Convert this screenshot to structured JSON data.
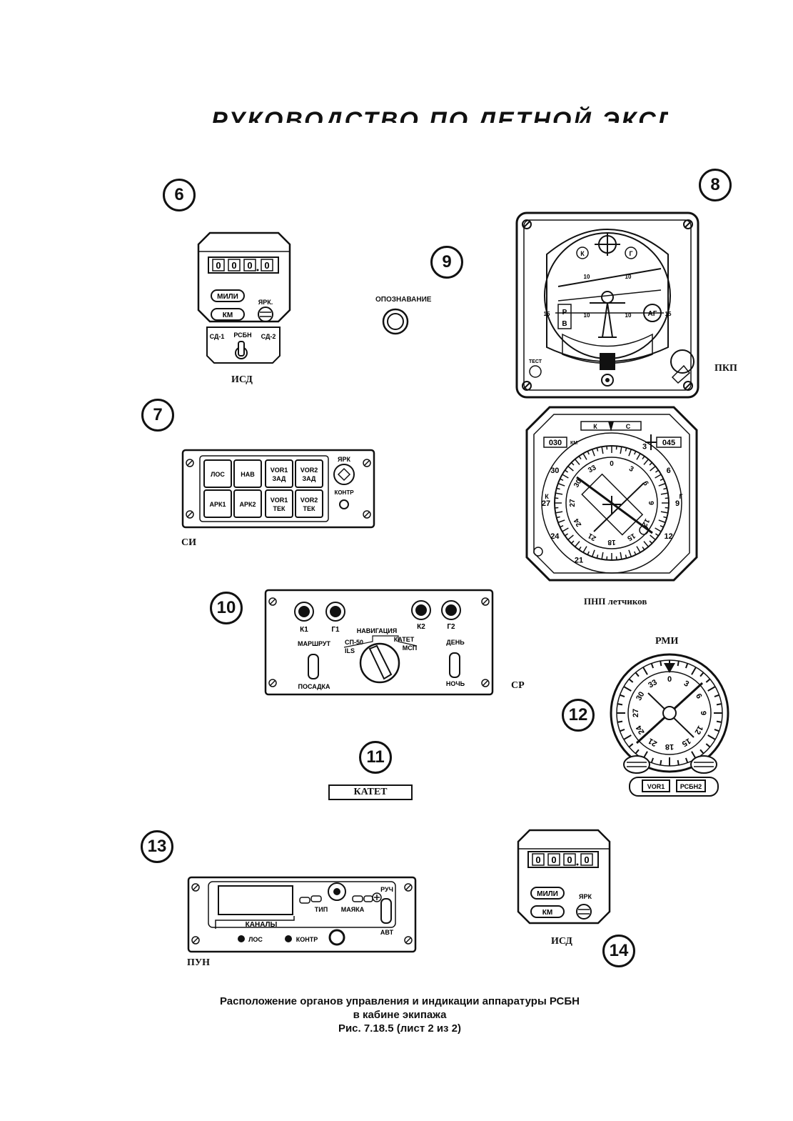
{
  "header": {
    "title": "РУКОВОДСТВО ПО ЛЕТНОЙ ЭКСПЛУАТАЦИИ"
  },
  "callouts": [
    "6",
    "7",
    "8",
    "9",
    "10",
    "11",
    "12",
    "13",
    "14"
  ],
  "isd_top": {
    "label": "ИСД",
    "display": [
      "0",
      "0",
      "0",
      "0"
    ],
    "btn_mili": "МИЛИ",
    "btn_km": "КМ",
    "knob": "ЯРК.",
    "sw_left": "СД-1",
    "sw_mid": "РСБН",
    "sw_right": "СД-2"
  },
  "ident": {
    "label": "ОПОЗНАВАНИЕ"
  },
  "pkp": {
    "label": "ПКП",
    "test": "ТЕСТ",
    "ag": "АГ",
    "k": "К",
    "g": "Г",
    "r": "Р",
    "v": "В",
    "n10": "10",
    "n15": "15"
  },
  "si": {
    "label": "СИ",
    "buttons": [
      {
        "l1": "ЛОС",
        "l2": ""
      },
      {
        "l1": "НАВ",
        "l2": ""
      },
      {
        "l1": "VOR1",
        "l2": "ЗАД"
      },
      {
        "l1": "VOR2",
        "l2": "ЗАД"
      },
      {
        "l1": "АРК1",
        "l2": ""
      },
      {
        "l1": "АРК2",
        "l2": ""
      },
      {
        "l1": "VOR1",
        "l2": "ТЕК"
      },
      {
        "l1": "VOR2",
        "l2": "ТЕК"
      }
    ],
    "knob": "ЯРК",
    "kontr": "КОНТР"
  },
  "pnp": {
    "label": "ПНП летчиков",
    "dist": "030",
    "km": "КМ",
    "course": "045",
    "k": "К",
    "s": "С",
    "g": "Г",
    "scale": [
      "0",
      "3",
      "6",
      "9",
      "12",
      "15",
      "18",
      "21",
      "24",
      "27",
      "30",
      "33"
    ]
  },
  "sr": {
    "label": "СР",
    "lamps": [
      "К1",
      "Г1",
      "К2",
      "Г2"
    ],
    "navigation": "НАВИГАЦИЯ",
    "sp50": "СП-50",
    "katet": "КАТЕТ",
    "ils": "ILS",
    "msp": "МСП",
    "marshrut": "МАРШРУТ",
    "posadka": "ПОСАДКА",
    "den": "ДЕНЬ",
    "noch": "НОЧЬ"
  },
  "katet_plate": "КАТЕТ",
  "rmi": {
    "label": "РМИ",
    "scale": [
      "0",
      "3",
      "6",
      "9",
      "12",
      "15",
      "18",
      "21",
      "24",
      "27",
      "30",
      "33"
    ],
    "btn_left": "VOR1",
    "btn_right": "РСБН2"
  },
  "pun": {
    "label": "ПУН",
    "tip": "ТИП",
    "mayaka": "МАЯКА",
    "ruch": "РУЧ",
    "avt": "АВТ",
    "kanaly": "КАНАЛЫ",
    "los": "ЛОС",
    "kontr": "КОНТР"
  },
  "isd_bottom": {
    "label": "ИСД",
    "display": [
      "0",
      "0",
      "0",
      "0"
    ],
    "btn_mili": "МИЛИ",
    "btn_km": "КМ",
    "knob": "ЯРК"
  },
  "caption": {
    "line1": "Расположение органов управления и индикации аппаратуры РСБН",
    "line2": "в кабине экипажа",
    "line3": "Рис. 7.18.5 (лист 2 из 2)"
  }
}
